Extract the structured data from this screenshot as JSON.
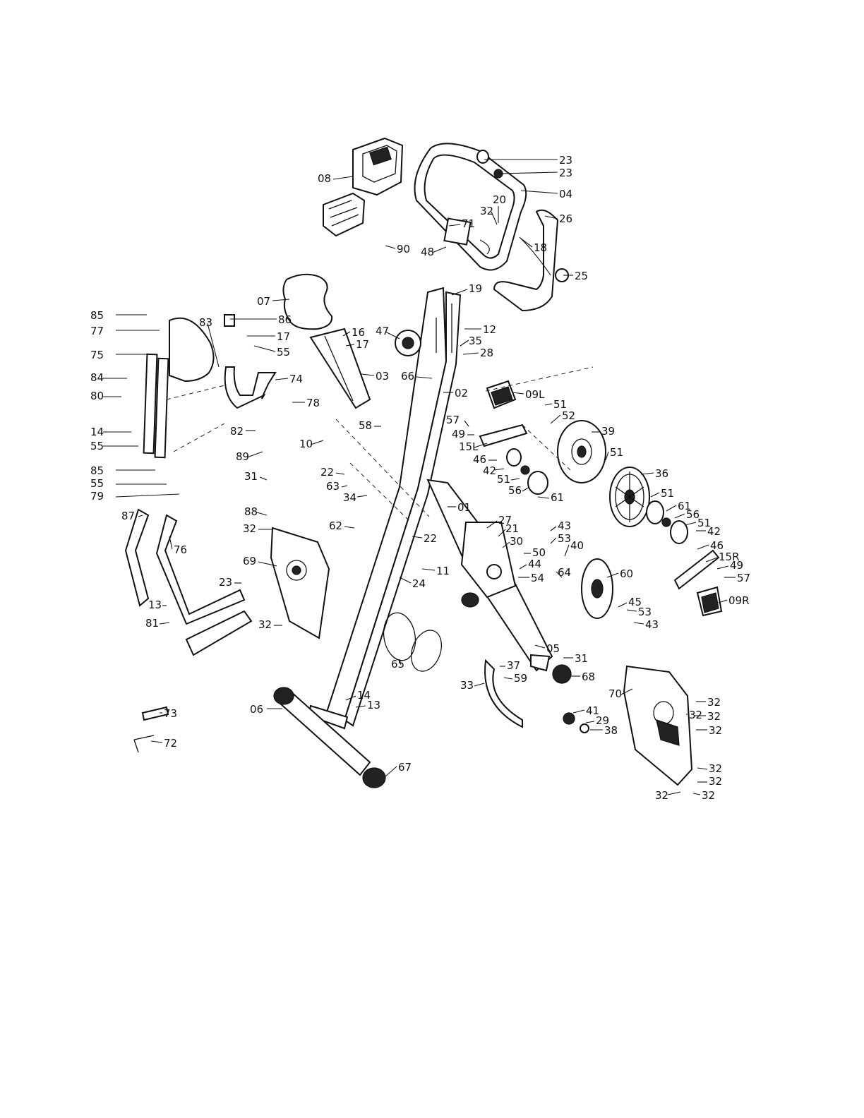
{
  "callouts": [
    "23",
    "23",
    "04",
    "08",
    "20",
    "32",
    "26",
    "71",
    "90",
    "48",
    "18",
    "25",
    "07",
    "19",
    "85",
    "77",
    "83",
    "86",
    "17",
    "16",
    "17",
    "55",
    "75",
    "12",
    "47",
    "35",
    "28",
    "84",
    "80",
    "74",
    "78",
    "03",
    "66",
    "02",
    "09L",
    "14",
    "55",
    "82",
    "89",
    "58",
    "10",
    "57",
    "51",
    "52",
    "39",
    "49",
    "15L",
    "51",
    "46",
    "42",
    "85",
    "55",
    "79",
    "31",
    "22",
    "63",
    "34",
    "51",
    "56",
    "36",
    "61",
    "51",
    "01",
    "88",
    "27",
    "21",
    "30",
    "61",
    "56",
    "51",
    "42",
    "62",
    "22",
    "32",
    "69",
    "87",
    "76",
    "43",
    "53",
    "50",
    "40",
    "44",
    "46",
    "15R",
    "49",
    "57",
    "11",
    "24",
    "64",
    "60",
    "54",
    "23",
    "13",
    "81",
    "32",
    "45",
    "53",
    "43",
    "09R",
    "65",
    "05",
    "31",
    "37",
    "59",
    "68",
    "33",
    "70",
    "32",
    "32",
    "32",
    "06",
    "14",
    "13",
    "41",
    "29",
    "38",
    "67",
    "73",
    "72",
    "32",
    "32",
    "32",
    "32",
    "32"
  ]
}
